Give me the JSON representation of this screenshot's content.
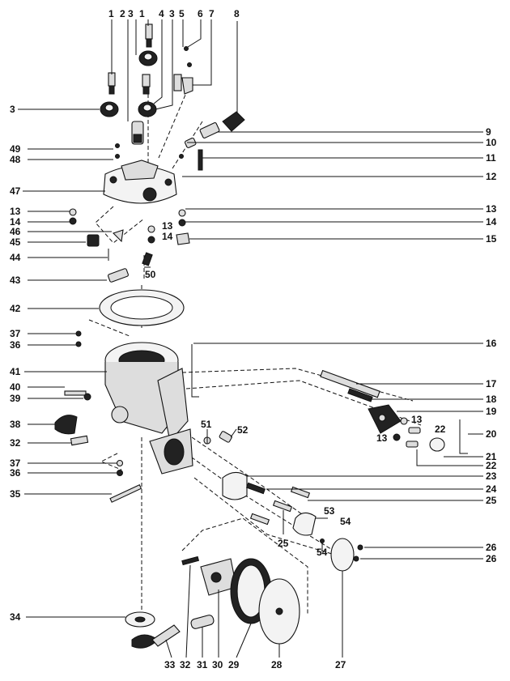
{
  "labels": {
    "top_1a": "1",
    "top_2": "2",
    "top_3a": "3",
    "top_1b": "1",
    "top_4": "4",
    "top_3b": "3",
    "top_5": "5",
    "top_6": "6",
    "top_7": "7",
    "top_8": "8",
    "l_3": "3",
    "l_49": "49",
    "l_48": "48",
    "l_47": "47",
    "l_13": "13",
    "l_14": "14",
    "l_46": "46",
    "l_45": "45",
    "l_44": "44",
    "l_43": "43",
    "l_42": "42",
    "l_37a": "37",
    "l_36a": "36",
    "l_41": "41",
    "l_40": "40",
    "l_39": "39",
    "l_38": "38",
    "l_32a": "32",
    "l_37b": "37",
    "l_36b": "36",
    "l_35": "35",
    "l_34": "34",
    "r_9": "9",
    "r_10": "10",
    "r_11": "11",
    "r_12": "12",
    "r_13a": "13",
    "r_14a": "14",
    "r_15": "15",
    "r_16": "16",
    "r_17": "17",
    "r_18": "18",
    "r_19": "19",
    "r_20": "20",
    "r_21": "21",
    "r_22b": "22",
    "r_23": "23",
    "r_24": "24",
    "r_25a": "25",
    "r_26a": "26",
    "r_26b": "26",
    "m_13a": "13",
    "m_14a": "14",
    "m_50": "50",
    "m_51": "51",
    "m_52": "52",
    "m_13b": "13",
    "m_22a": "22",
    "m_13c": "13",
    "m_53": "53",
    "m_54a": "54",
    "m_25b": "25",
    "m_54b": "54",
    "b_33": "33",
    "b_32": "32",
    "b_31": "31",
    "b_30": "30",
    "b_29": "29",
    "b_28": "28",
    "b_27": "27"
  }
}
